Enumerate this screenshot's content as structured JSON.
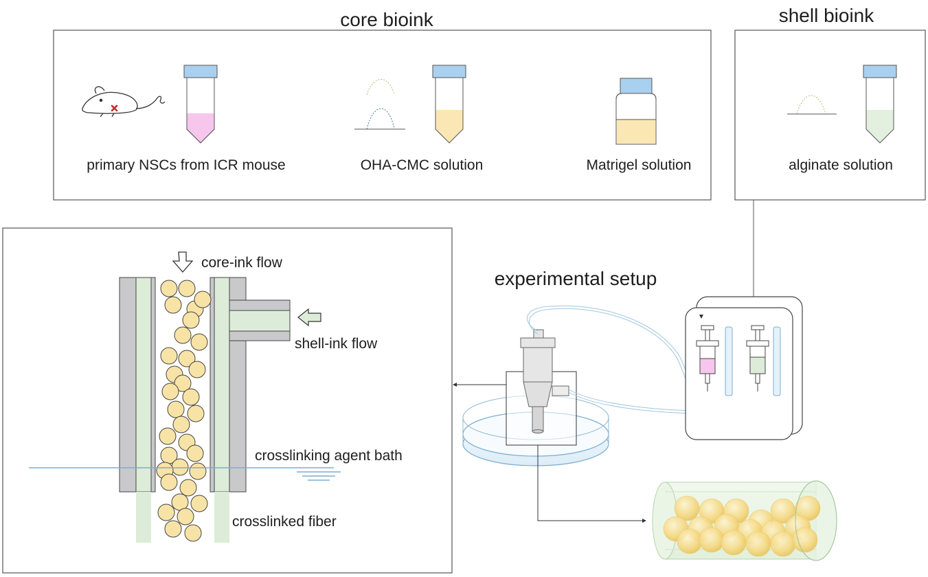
{
  "core_bioink": {
    "title": "core bioink",
    "items": [
      {
        "label": "primary NSCs from ICR mouse"
      },
      {
        "label": "OHA-CMC solution"
      },
      {
        "label": "Matrigel solution"
      }
    ]
  },
  "shell_bioink": {
    "title": "shell bioink",
    "items": [
      {
        "label": "alginate solution"
      }
    ]
  },
  "nozzle_detail": {
    "core_flow_label": "core-ink flow",
    "shell_flow_label": "shell-ink flow",
    "bath_label": "crosslinking agent bath",
    "fiber_label": "crosslinked fiber"
  },
  "setup": {
    "title": "experimental setup"
  },
  "colors": {
    "cap": "#a9d0ee",
    "pink_fill": "#f6c6ec",
    "yellow_fill": "#fbe7b4",
    "green_fill": "#dcecd8",
    "cell": "#f8e3a6",
    "wall_gray": "#c9c9cb",
    "bath_line": "#7aaed0"
  }
}
